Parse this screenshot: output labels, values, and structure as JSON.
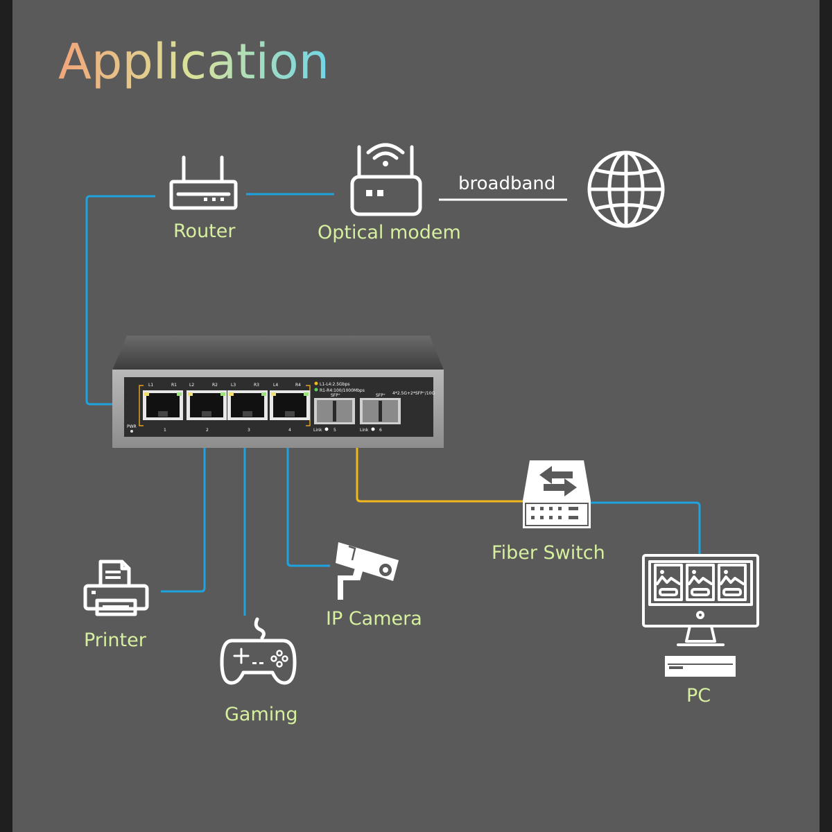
{
  "title": "Application",
  "colors": {
    "background": "#5a5a5a",
    "title_gradient": [
      "#f2a57a",
      "#d9e39a",
      "#6fd6e8"
    ],
    "label": "#d6f0a0",
    "copper_link": "#1fa3df",
    "fiber_link": "#f0b81c"
  },
  "devices": {
    "router": {
      "label": "Router",
      "icon": "router-icon"
    },
    "modem": {
      "label": "Optical modem",
      "icon": "optical-modem-icon"
    },
    "internet": {
      "icon": "globe-icon"
    },
    "fiber_switch": {
      "label": "Fiber Switch",
      "icon": "fiber-switch-icon"
    },
    "pc": {
      "label": "PC",
      "icon": "pc-icon"
    },
    "printer": {
      "label": "Printer",
      "icon": "printer-icon"
    },
    "gaming": {
      "label": "Gaming",
      "icon": "gamepad-icon"
    },
    "camera": {
      "label": "IP Camera",
      "icon": "ip-camera-icon"
    }
  },
  "links": {
    "broadband_label": "broadband"
  },
  "switch_panel": {
    "port_labels": [
      "L1",
      "R1",
      "L2",
      "R2",
      "L3",
      "R3",
      "L4",
      "R4"
    ],
    "port_numbers": [
      "1",
      "2",
      "3",
      "4"
    ],
    "legend_line_1": "L1-L4:2.5Gbps",
    "legend_line_2": "R1-R4:100/1000Mbps",
    "sfp_label_1": "SFP⁺",
    "sfp_label_2": "SFP⁺",
    "spec": "4*2.5G+2*SFP⁺/10G",
    "pwr": "PWR",
    "link_5": "Link",
    "link_5_num": "5",
    "link_6": "Link",
    "link_6_num": "6"
  }
}
